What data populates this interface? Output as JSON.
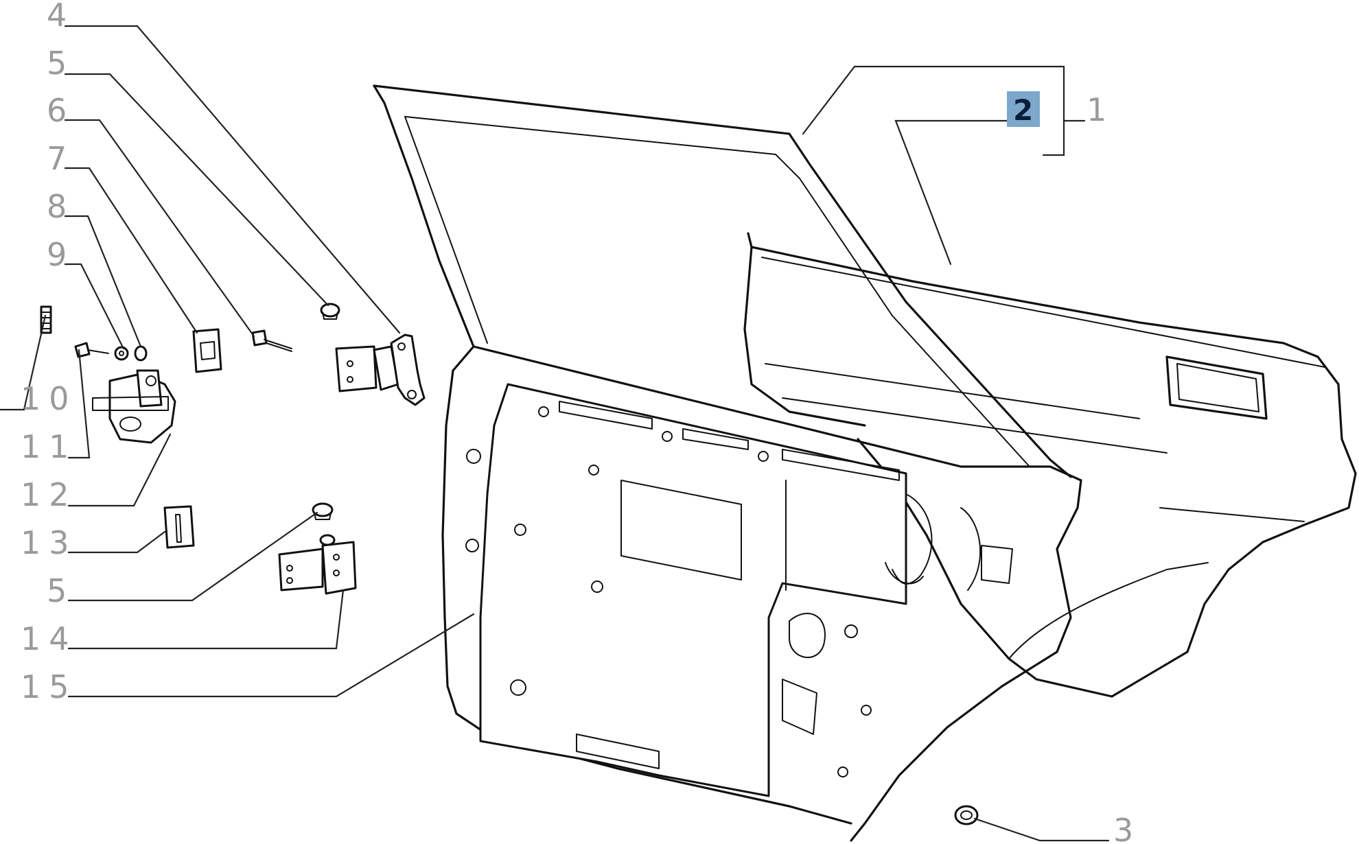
{
  "diagram": {
    "callouts": {
      "c1": "1",
      "c2": "2",
      "c3": "3",
      "c4": "4",
      "c5a": "5",
      "c5b": "5",
      "c6": "6",
      "c7": "7",
      "c8": "8",
      "c9": "9",
      "c10": "10",
      "c11": "11",
      "c12": "12",
      "c13": "13",
      "c14": "14",
      "c15": "15"
    },
    "highlighted_callout": "2",
    "colors": {
      "highlight": "#7ea7cc",
      "callout_text": "#9a9a9a",
      "line": "#111111"
    }
  }
}
